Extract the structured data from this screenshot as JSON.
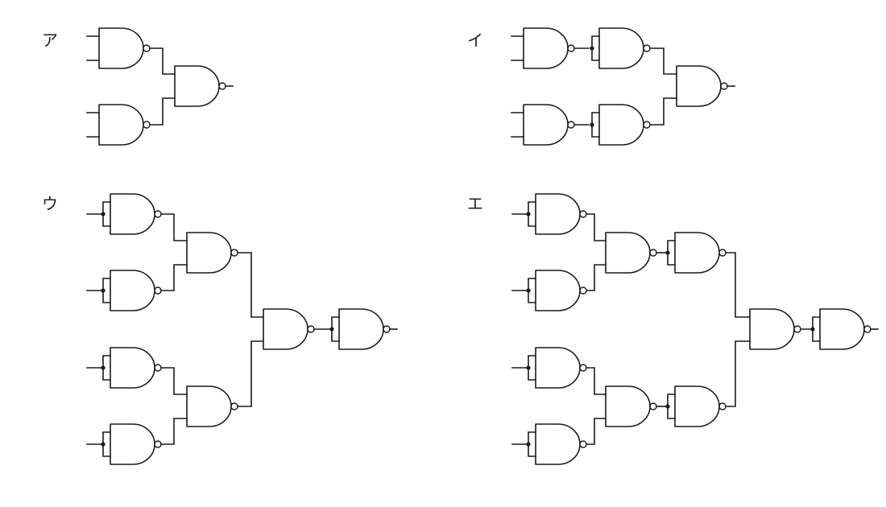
{
  "labels": {
    "a": "ア",
    "i": "イ",
    "u": "ウ",
    "e": "エ"
  },
  "colors": {
    "ink": "#1a1a1a",
    "background": "#ffffff"
  }
}
